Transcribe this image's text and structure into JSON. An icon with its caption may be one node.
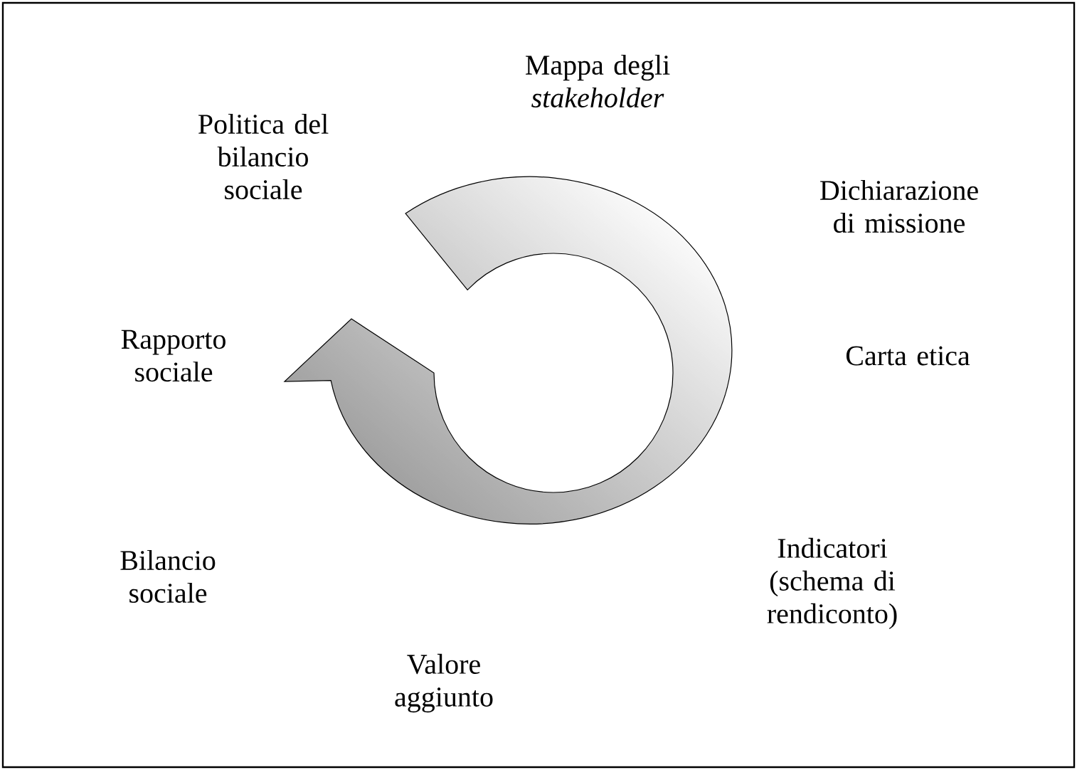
{
  "diagram": {
    "labels": [
      "Politica del bilancio sociale",
      "Mappa degli *stakeholder*",
      "Dichiarazione di missione",
      "Carta etica",
      "Rapporto sociale",
      "Bilancio sociale",
      "Indicatori (schema di rendiconto)",
      "Valore aggiunto"
    ]
  }
}
